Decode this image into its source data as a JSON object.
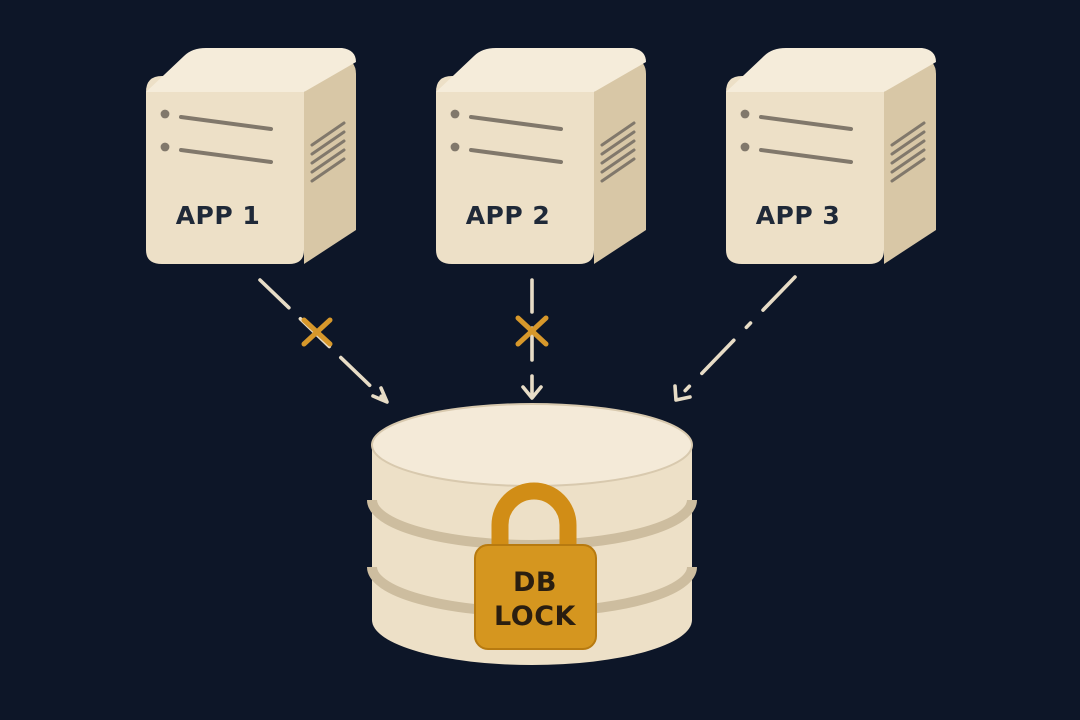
{
  "background": "#0d1628",
  "colors": {
    "box_front": "#ede0c7",
    "box_side": "#d8c7a6",
    "box_top": "#f5ecda",
    "box_detail": "#81786b",
    "label_text": "#1f2938",
    "arrow": "#e7dcc6",
    "blocked_mark": "#d7982b",
    "lock_body": "#d5961f",
    "lock_shackle": "#d18d16",
    "lock_text": "#2a1e10",
    "db_face": "#ede0c7",
    "db_top": "#f4ead8",
    "db_shadow": "#cdbd9f"
  },
  "servers": [
    {
      "label": "APP 1",
      "icon": "server-box-icon"
    },
    {
      "label": "APP 2",
      "icon": "server-box-icon"
    },
    {
      "label": "APP 3",
      "icon": "server-box-icon"
    }
  ],
  "connections": [
    {
      "from": "APP 1",
      "to": "DB LOCK",
      "status": "blocked",
      "icon": "x-mark-icon"
    },
    {
      "from": "APP 2",
      "to": "DB LOCK",
      "status": "blocked",
      "icon": "x-mark-icon"
    },
    {
      "from": "APP 3",
      "to": "DB LOCK",
      "status": "waiting"
    }
  ],
  "database": {
    "icon": "database-icon",
    "lock_icon": "padlock-icon",
    "lock_label_lines": [
      "DB",
      "LOCK"
    ]
  }
}
